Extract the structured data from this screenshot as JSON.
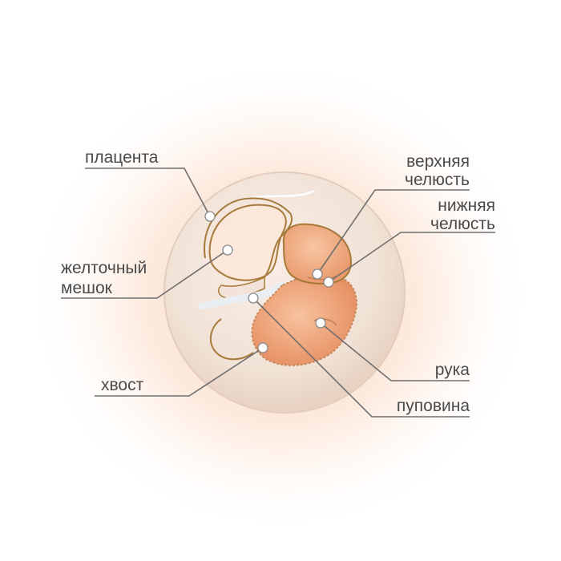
{
  "labels": {
    "placenta": "плацента",
    "yolk_sac_line1": "желточный",
    "yolk_sac_line2": "мешок",
    "tail": "хвост",
    "upper_jaw_line1": "верхняя",
    "upper_jaw_line2": "челюсть",
    "lower_jaw_line1": "нижняя",
    "lower_jaw_line2": "челюсть",
    "arm": "рука",
    "umbilical_cord": "пуповина"
  },
  "colors": {
    "halo": "#fbd9c2",
    "sphere": "#f3e6dc",
    "embryo": "#eea57a",
    "embryo_edge": "#c7885a",
    "yolk": "#fce9dd",
    "outline": "#a77a3b",
    "leader_line": "#6f6f6f",
    "text": "#4a4a4a"
  }
}
